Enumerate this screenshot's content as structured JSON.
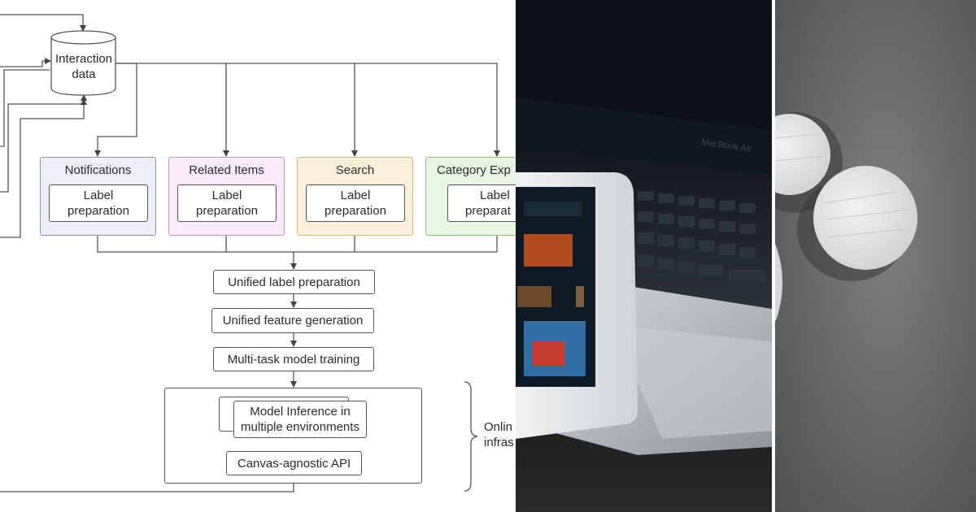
{
  "diagram": {
    "interaction_data": {
      "line1": "Interaction",
      "line2": "data"
    },
    "surfaces": [
      {
        "title": "Notifications",
        "inner_line1": "Label",
        "inner_line2": "preparation",
        "fill": "#eeeefb",
        "border": "#8f8fc2"
      },
      {
        "title": "Related Items",
        "inner_line1": "Label",
        "inner_line2": "preparation",
        "fill": "#faeafb",
        "border": "#c792c9"
      },
      {
        "title": "Search",
        "inner_line1": "Label",
        "inner_line2": "preparation",
        "fill": "#fdf0da",
        "border": "#d9b477"
      },
      {
        "title": "Category Exp",
        "inner_line1": "Label",
        "inner_line2": "preparat",
        "fill": "#e8f7e1",
        "border": "#8cc47c"
      }
    ],
    "pipeline": {
      "unified_label": "Unified label preparation",
      "unified_feature": "Unified feature generation",
      "multitask": "Multi-task model training"
    },
    "inference": {
      "model_inference_line1": "Model Inference in",
      "model_inference_line2": "multiple environments",
      "api": "Canvas-agnostic API"
    },
    "annotation": {
      "line1": "Onlin",
      "line2": "infras"
    }
  },
  "photos": {
    "laptop": {
      "bezel_text": "MacBook Air"
    },
    "wood": {}
  },
  "colors": {
    "line": "#555555",
    "box_border": "#555555",
    "text": "#2b2b2b"
  }
}
